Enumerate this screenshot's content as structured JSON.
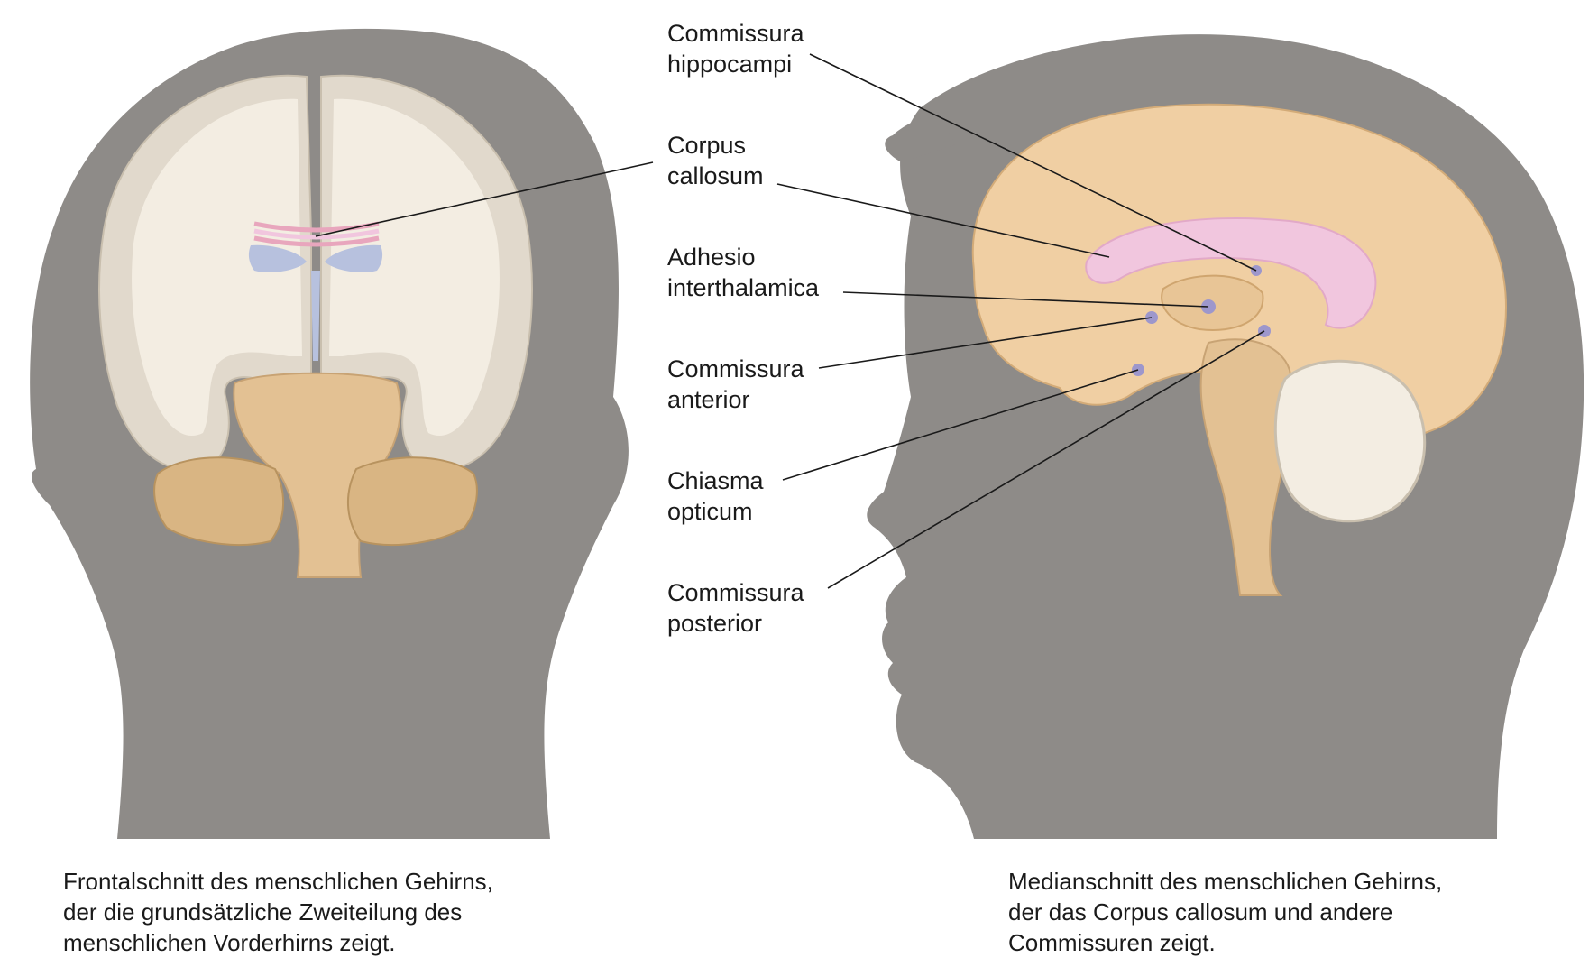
{
  "labels": {
    "commissura_hippocampi": [
      "Commissura",
      "hippocampi"
    ],
    "corpus_callosum": [
      "Corpus",
      "callosum"
    ],
    "adhesio_interthalamica": [
      "Adhesio",
      "interthalamica"
    ],
    "commissura_anterior": [
      "Commissura",
      "anterior"
    ],
    "chiasma_opticum": [
      "Chiasma",
      "opticum"
    ],
    "commissura_posterior": [
      "Commissura",
      "posterior"
    ]
  },
  "captions": {
    "left": [
      "Frontalschnitt des menschlichen Gehirns,",
      "der die grundsätzliche Zweiteilung des",
      "menschlichen Vorderhirns zeigt."
    ],
    "right": [
      "Medianschnitt des menschlichen Gehirns,",
      "der das Corpus callosum und andere",
      "Commissuren zeigt."
    ]
  },
  "colors": {
    "silhouette": "#8e8b88",
    "white_matter": "#f3ede2",
    "gray_matter": "#e1d9cc",
    "brain_tissue": "#f0cfa3",
    "brainstem": "#e3c193",
    "cerebellum": "#d9b583",
    "corpus_callosum": "#f1c6de",
    "ventricle": "#b7c1de",
    "commissure_marker": "#9d97cc",
    "leader_line": "#1a1a1a"
  }
}
